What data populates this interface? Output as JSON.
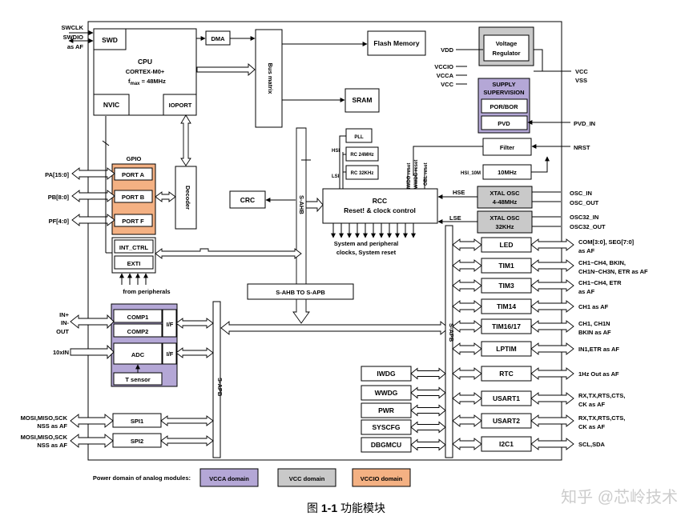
{
  "colors": {
    "vcca": "#b4a7d6",
    "vcc": "#c9c9c9",
    "vccio": "#f4b183",
    "border": "#000000",
    "watermark": "#cccccc"
  },
  "blocks": {
    "swd": "SWD",
    "cpu": "CPU",
    "cpu_core": "CORTEX-M0+",
    "fmax": "48MHz",
    "nvic": "NVIC",
    "ioport": "IOPORT",
    "dma": "DMA",
    "bus_matrix": "Bus matrix",
    "flash": "Flash Memory",
    "sram": "SRAM",
    "voltage_regulator": [
      "Voltage",
      "Regulator"
    ],
    "supply": [
      "SUPPLY",
      "SUPERVISION"
    ],
    "por_bor": "POR/BOR",
    "pvd": "PVD",
    "pll": "PLL",
    "hsi_small": "HSI",
    "lsi_small": "LSI",
    "rc24": "RC 24MHz",
    "rc32": "RC 32KHz",
    "iwdg_reset": "IWDG reset",
    "wwdg_reset": "WWDG reset",
    "obl_reset": "OBL reset",
    "filter": "Filter",
    "hsi_10m": "HSI_10M",
    "mhz10": "10MHz",
    "xtal_hs": [
      "XTAL OSC",
      "4-48MHz"
    ],
    "xtal_ls": [
      "XTAL OSC",
      "32KHz"
    ],
    "hse": "HSE",
    "lse": "LSE",
    "crc": "CRC",
    "rcc": [
      "RCC",
      "Reset! & clock control"
    ],
    "sys_reset": [
      "System and peripheral",
      "clocks, System reset"
    ],
    "s_ahb": "S-AHB",
    "s_apb": "S-APB",
    "ahb_to_apb": "S-AHB TO S-APB",
    "gpio": "GPIO",
    "port_a": "PORT A",
    "port_b": "PORT B",
    "port_f": "PORT F",
    "decoder": "Decoder",
    "int_ctrl": "INT_CTRL",
    "exti": "EXTI",
    "from_periph": "from peripherals",
    "comp1": "COMP1",
    "comp2": "COMP2",
    "adc": "ADC",
    "tsensor": "T sensor",
    "if": "I/F",
    "spi1": "SPI1",
    "spi2": "SPI2",
    "iwdg": "IWDG",
    "wwdg": "WWDG",
    "pwr": "PWR",
    "syscfg": "SYSCFG",
    "dbgmcu": "DBGMCU"
  },
  "right_peripherals": [
    {
      "name": "LED",
      "signals": [
        "COM[3:0], SEG[7:0]",
        "as AF"
      ]
    },
    {
      "name": "TIM1",
      "signals": [
        "CH1~CH4, BKIN,",
        "CH1N~CH3N, ETR  as AF"
      ]
    },
    {
      "name": "TIM3",
      "signals": [
        "CH1~CH4,  ETR",
        "as AF"
      ]
    },
    {
      "name": "TIM14",
      "signals": [
        "CH1 as AF"
      ]
    },
    {
      "name": "TIM16/17",
      "signals": [
        "CH1, CH1N",
        "BKIN as AF"
      ]
    },
    {
      "name": "LPTIM",
      "signals": [
        "IN1,ETR as AF"
      ]
    },
    {
      "name": "RTC",
      "signals": [
        "1Hz Out as AF"
      ]
    },
    {
      "name": "USART1",
      "signals": [
        "RX,TX,RTS,CTS,",
        "CK as AF"
      ]
    },
    {
      "name": "USART2",
      "signals": [
        "RX,TX,RTS,CTS,",
        "CK as AF"
      ]
    },
    {
      "name": "I2C1",
      "signals": [
        "SCL,SDA"
      ]
    }
  ],
  "pins": {
    "swclk": "SWCLK",
    "swdio": "SWDIO",
    "as_af": "as AF",
    "pa": "PA[15:0]",
    "pb": "PB[8:0]",
    "pf": "PF[4:0]",
    "in_plus": "IN+",
    "in_minus": "IN-",
    "out": "OUT",
    "adc_in": "10xIN",
    "spi1_pins": [
      "MOSI,MISO,SCK",
      "NSS as AF"
    ],
    "spi2_pins": [
      "MOSI,MISO,SCK",
      "NSS as AF"
    ],
    "vdd": "VDD",
    "vccio": "VCCIO",
    "vcca": "VCCA",
    "vcc": "VCC",
    "vcc_r": "VCC",
    "vss_r": "VSS",
    "pvd_in": "PVD_IN",
    "nrst": "NRST",
    "osc_in": "OSC_IN",
    "osc_out": "OSC_OUT",
    "osc32_in": "OSC32_IN",
    "osc32_out": "OSC32_OUT"
  },
  "legend": {
    "label": "Power domain of analog modules:",
    "vcca": "VCCA domain",
    "vcc": "VCC domain",
    "vccio": "VCCIO domain"
  },
  "caption": {
    "prefix": "图 ",
    "number": "1-1",
    "text": " 功能模块"
  },
  "watermark": "知乎 @芯岭技术"
}
